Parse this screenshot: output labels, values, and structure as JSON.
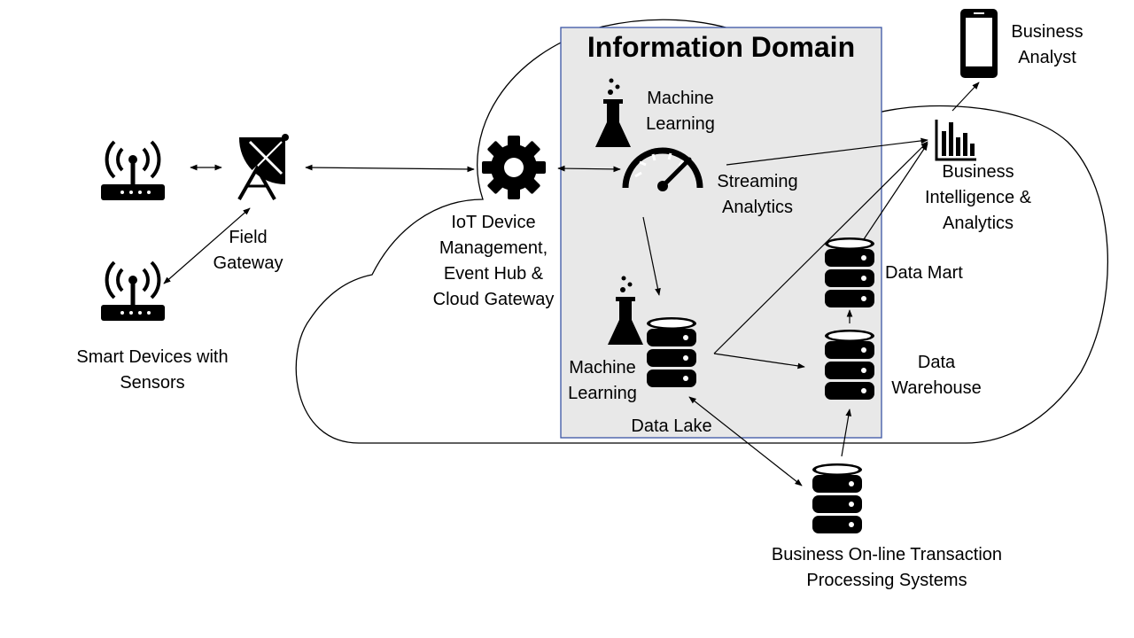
{
  "domain_title": "Information Domain",
  "labels": {
    "smart_devices": [
      "Smart Devices with",
      "Sensors"
    ],
    "field_gateway": [
      "Field",
      "Gateway"
    ],
    "iot_hub": [
      "IoT Device",
      "Management,",
      "Event Hub &",
      "Cloud Gateway"
    ],
    "ml_top": [
      "Machine",
      "Learning"
    ],
    "streaming": [
      "Streaming",
      "Analytics"
    ],
    "ml_bottom": [
      "Machine",
      "Learning"
    ],
    "data_lake": "Data Lake",
    "data_mart": "Data Mart",
    "data_warehouse": [
      "Data",
      "Warehouse"
    ],
    "bi": [
      "Business",
      "Intelligence &",
      "Analytics"
    ],
    "analyst": [
      "Business",
      "Analyst"
    ],
    "oltp": [
      "Business On-line Transaction",
      "Processing Systems"
    ]
  },
  "colors": {
    "domain_fill": "#e8e8e8",
    "domain_border": "#3a55a5",
    "ink": "#000000"
  }
}
